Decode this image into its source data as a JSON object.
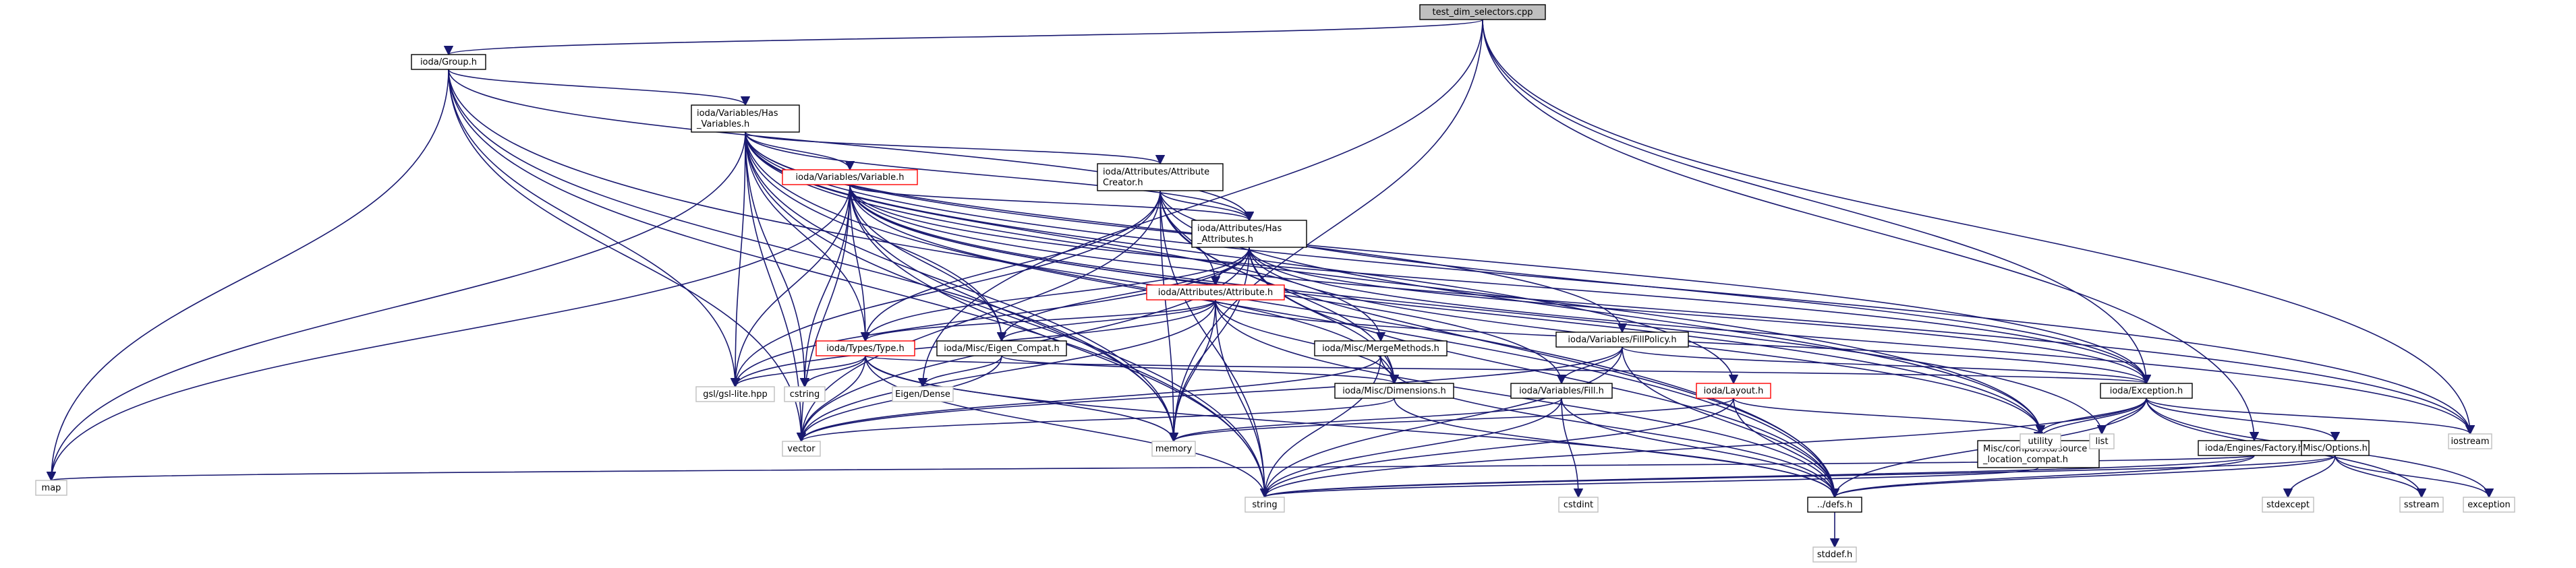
{
  "colors": {
    "edge": "#191970",
    "root_fill": "#bfbfbf",
    "root_border": "#000000",
    "documented_border": "#000000",
    "truncated_border": "#ff0000",
    "external_border": "#bfbfbf",
    "node_fill": "#ffffff"
  },
  "nodes": [
    {
      "id": "root",
      "lines": [
        "test_dim_selectors.cpp"
      ],
      "kind": "root"
    },
    {
      "id": "group",
      "lines": [
        "ioda/Group.h"
      ],
      "kind": "doc"
    },
    {
      "id": "hasvars",
      "lines": [
        "ioda/Variables/Has",
        "_Variables.h"
      ],
      "kind": "doc"
    },
    {
      "id": "variable",
      "lines": [
        "ioda/Variables/Variable.h"
      ],
      "kind": "trunc"
    },
    {
      "id": "attcreator",
      "lines": [
        "ioda/Attributes/Attribute",
        "Creator.h"
      ],
      "kind": "doc"
    },
    {
      "id": "hasatts",
      "lines": [
        "ioda/Attributes/Has",
        "_Attributes.h"
      ],
      "kind": "doc"
    },
    {
      "id": "attribute",
      "lines": [
        "ioda/Attributes/Attribute.h"
      ],
      "kind": "trunc"
    },
    {
      "id": "type",
      "lines": [
        "ioda/Types/Type.h"
      ],
      "kind": "trunc"
    },
    {
      "id": "eigencompat",
      "lines": [
        "ioda/Misc/Eigen_Compat.h"
      ],
      "kind": "doc"
    },
    {
      "id": "merge",
      "lines": [
        "ioda/Misc/MergeMethods.h"
      ],
      "kind": "doc"
    },
    {
      "id": "fillpolicy",
      "lines": [
        "ioda/Variables/FillPolicy.h"
      ],
      "kind": "doc"
    },
    {
      "id": "dimensions",
      "lines": [
        "ioda/Misc/Dimensions.h"
      ],
      "kind": "doc"
    },
    {
      "id": "fill",
      "lines": [
        "ioda/Variables/Fill.h"
      ],
      "kind": "doc"
    },
    {
      "id": "layout",
      "lines": [
        "ioda/Layout.h"
      ],
      "kind": "trunc"
    },
    {
      "id": "exception",
      "lines": [
        "ioda/Exception.h"
      ],
      "kind": "doc"
    },
    {
      "id": "srcloc",
      "lines": [
        "Misc/compat/std/source",
        "_location_compat.h"
      ],
      "kind": "doc"
    },
    {
      "id": "factory",
      "lines": [
        "ioda/Engines/Factory.h"
      ],
      "kind": "doc"
    },
    {
      "id": "options",
      "lines": [
        "Misc/Options.h"
      ],
      "kind": "doc"
    },
    {
      "id": "defs",
      "lines": [
        "../defs.h"
      ],
      "kind": "doc"
    },
    {
      "id": "map",
      "lines": [
        "map"
      ],
      "kind": "ext"
    },
    {
      "id": "string",
      "lines": [
        "string"
      ],
      "kind": "ext"
    },
    {
      "id": "vector",
      "lines": [
        "vector"
      ],
      "kind": "ext"
    },
    {
      "id": "memory",
      "lines": [
        "memory"
      ],
      "kind": "ext"
    },
    {
      "id": "gsl",
      "lines": [
        "gsl/gsl-lite.hpp"
      ],
      "kind": "ext"
    },
    {
      "id": "cstring",
      "lines": [
        "cstring"
      ],
      "kind": "ext"
    },
    {
      "id": "eigendense",
      "lines": [
        "Eigen/Dense"
      ],
      "kind": "ext"
    },
    {
      "id": "cstdint",
      "lines": [
        "cstdint"
      ],
      "kind": "ext"
    },
    {
      "id": "utility",
      "lines": [
        "utility"
      ],
      "kind": "ext"
    },
    {
      "id": "list",
      "lines": [
        "list"
      ],
      "kind": "ext"
    },
    {
      "id": "iostream",
      "lines": [
        "iostream"
      ],
      "kind": "ext"
    },
    {
      "id": "stdexcept",
      "lines": [
        "stdexcept"
      ],
      "kind": "ext"
    },
    {
      "id": "sstream",
      "lines": [
        "sstream"
      ],
      "kind": "ext"
    },
    {
      "id": "exceptionstd",
      "lines": [
        "exception"
      ],
      "kind": "ext"
    },
    {
      "id": "stddef",
      "lines": [
        "stddef.h"
      ],
      "kind": "ext"
    }
  ],
  "edges": [
    [
      "root",
      "group"
    ],
    [
      "root",
      "eigendense"
    ],
    [
      "root",
      "memory"
    ],
    [
      "root",
      "exception"
    ],
    [
      "root",
      "factory"
    ],
    [
      "root",
      "iostream"
    ],
    [
      "group",
      "hasvars"
    ],
    [
      "group",
      "hasatts"
    ],
    [
      "group",
      "gsl"
    ],
    [
      "group",
      "map"
    ],
    [
      "group",
      "string"
    ],
    [
      "group",
      "vector"
    ],
    [
      "group",
      "memory"
    ],
    [
      "group",
      "defs"
    ],
    [
      "hasvars",
      "variable"
    ],
    [
      "hasvars",
      "attcreator"
    ],
    [
      "hasvars",
      "hasatts"
    ],
    [
      "hasvars",
      "type"
    ],
    [
      "hasvars",
      "eigencompat"
    ],
    [
      "hasvars",
      "merge"
    ],
    [
      "hasvars",
      "fillpolicy"
    ],
    [
      "hasvars",
      "layout"
    ],
    [
      "hasvars",
      "exception"
    ],
    [
      "hasvars",
      "gsl"
    ],
    [
      "hasvars",
      "map"
    ],
    [
      "hasvars",
      "string"
    ],
    [
      "hasvars",
      "vector"
    ],
    [
      "hasvars",
      "memory"
    ],
    [
      "hasvars",
      "cstring"
    ],
    [
      "hasvars",
      "utility"
    ],
    [
      "hasvars",
      "iostream"
    ],
    [
      "hasvars",
      "defs"
    ],
    [
      "variable",
      "hasatts"
    ],
    [
      "variable",
      "type"
    ],
    [
      "variable",
      "eigencompat"
    ],
    [
      "variable",
      "dimensions"
    ],
    [
      "variable",
      "fill"
    ],
    [
      "variable",
      "exception"
    ],
    [
      "variable",
      "gsl"
    ],
    [
      "variable",
      "map"
    ],
    [
      "variable",
      "string"
    ],
    [
      "variable",
      "vector"
    ],
    [
      "variable",
      "memory"
    ],
    [
      "variable",
      "cstring"
    ],
    [
      "variable",
      "utility"
    ],
    [
      "variable",
      "list"
    ],
    [
      "variable",
      "iostream"
    ],
    [
      "attcreator",
      "hasatts"
    ],
    [
      "attcreator",
      "attribute"
    ],
    [
      "attcreator",
      "type"
    ],
    [
      "attcreator",
      "dimensions"
    ],
    [
      "attcreator",
      "exception"
    ],
    [
      "attcreator",
      "gsl"
    ],
    [
      "attcreator",
      "string"
    ],
    [
      "attcreator",
      "vector"
    ],
    [
      "attcreator",
      "memory"
    ],
    [
      "attcreator",
      "utility"
    ],
    [
      "attcreator",
      "defs"
    ],
    [
      "hasatts",
      "attribute"
    ],
    [
      "hasatts",
      "type"
    ],
    [
      "hasatts",
      "eigencompat"
    ],
    [
      "hasatts",
      "dimensions"
    ],
    [
      "hasatts",
      "exception"
    ],
    [
      "hasatts",
      "gsl"
    ],
    [
      "hasatts",
      "vector"
    ],
    [
      "hasatts",
      "memory"
    ],
    [
      "hasatts",
      "utility"
    ],
    [
      "hasatts",
      "iostream"
    ],
    [
      "hasatts",
      "defs"
    ],
    [
      "attribute",
      "type"
    ],
    [
      "attribute",
      "eigencompat"
    ],
    [
      "attribute",
      "dimensions"
    ],
    [
      "attribute",
      "exception"
    ],
    [
      "attribute",
      "gsl"
    ],
    [
      "attribute",
      "string"
    ],
    [
      "attribute",
      "vector"
    ],
    [
      "attribute",
      "memory"
    ],
    [
      "attribute",
      "defs"
    ],
    [
      "type",
      "gsl"
    ],
    [
      "type",
      "cstring"
    ],
    [
      "type",
      "vector"
    ],
    [
      "type",
      "memory"
    ],
    [
      "type",
      "string"
    ],
    [
      "type",
      "exception"
    ],
    [
      "type",
      "defs"
    ],
    [
      "eigencompat",
      "eigendense"
    ],
    [
      "eigencompat",
      "dimensions"
    ],
    [
      "eigencompat",
      "vector"
    ],
    [
      "merge",
      "string"
    ],
    [
      "merge",
      "vector"
    ],
    [
      "merge",
      "defs"
    ],
    [
      "fillpolicy",
      "fill"
    ],
    [
      "fillpolicy",
      "exception"
    ],
    [
      "fillpolicy",
      "string"
    ],
    [
      "fillpolicy",
      "vector"
    ],
    [
      "fillpolicy",
      "defs"
    ],
    [
      "dimensions",
      "vector"
    ],
    [
      "dimensions",
      "defs"
    ],
    [
      "fill",
      "cstdint"
    ],
    [
      "fill",
      "string"
    ],
    [
      "fill",
      "memory"
    ],
    [
      "fill",
      "defs"
    ],
    [
      "layout",
      "string"
    ],
    [
      "layout",
      "memory"
    ],
    [
      "layout",
      "utility"
    ],
    [
      "layout",
      "defs"
    ],
    [
      "exception",
      "srcloc"
    ],
    [
      "exception",
      "options"
    ],
    [
      "exception",
      "defs"
    ],
    [
      "exception",
      "utility"
    ],
    [
      "exception",
      "list"
    ],
    [
      "exception",
      "iostream"
    ],
    [
      "exception",
      "string"
    ],
    [
      "exception",
      "exceptionstd"
    ],
    [
      "exception",
      "sstream"
    ],
    [
      "srcloc",
      "string"
    ],
    [
      "factory",
      "defs"
    ],
    [
      "factory",
      "map"
    ],
    [
      "factory",
      "string"
    ],
    [
      "options",
      "string"
    ],
    [
      "options",
      "stdexcept"
    ],
    [
      "options",
      "sstream"
    ],
    [
      "options",
      "exceptionstd"
    ],
    [
      "options",
      "defs"
    ],
    [
      "defs",
      "stddef"
    ]
  ]
}
